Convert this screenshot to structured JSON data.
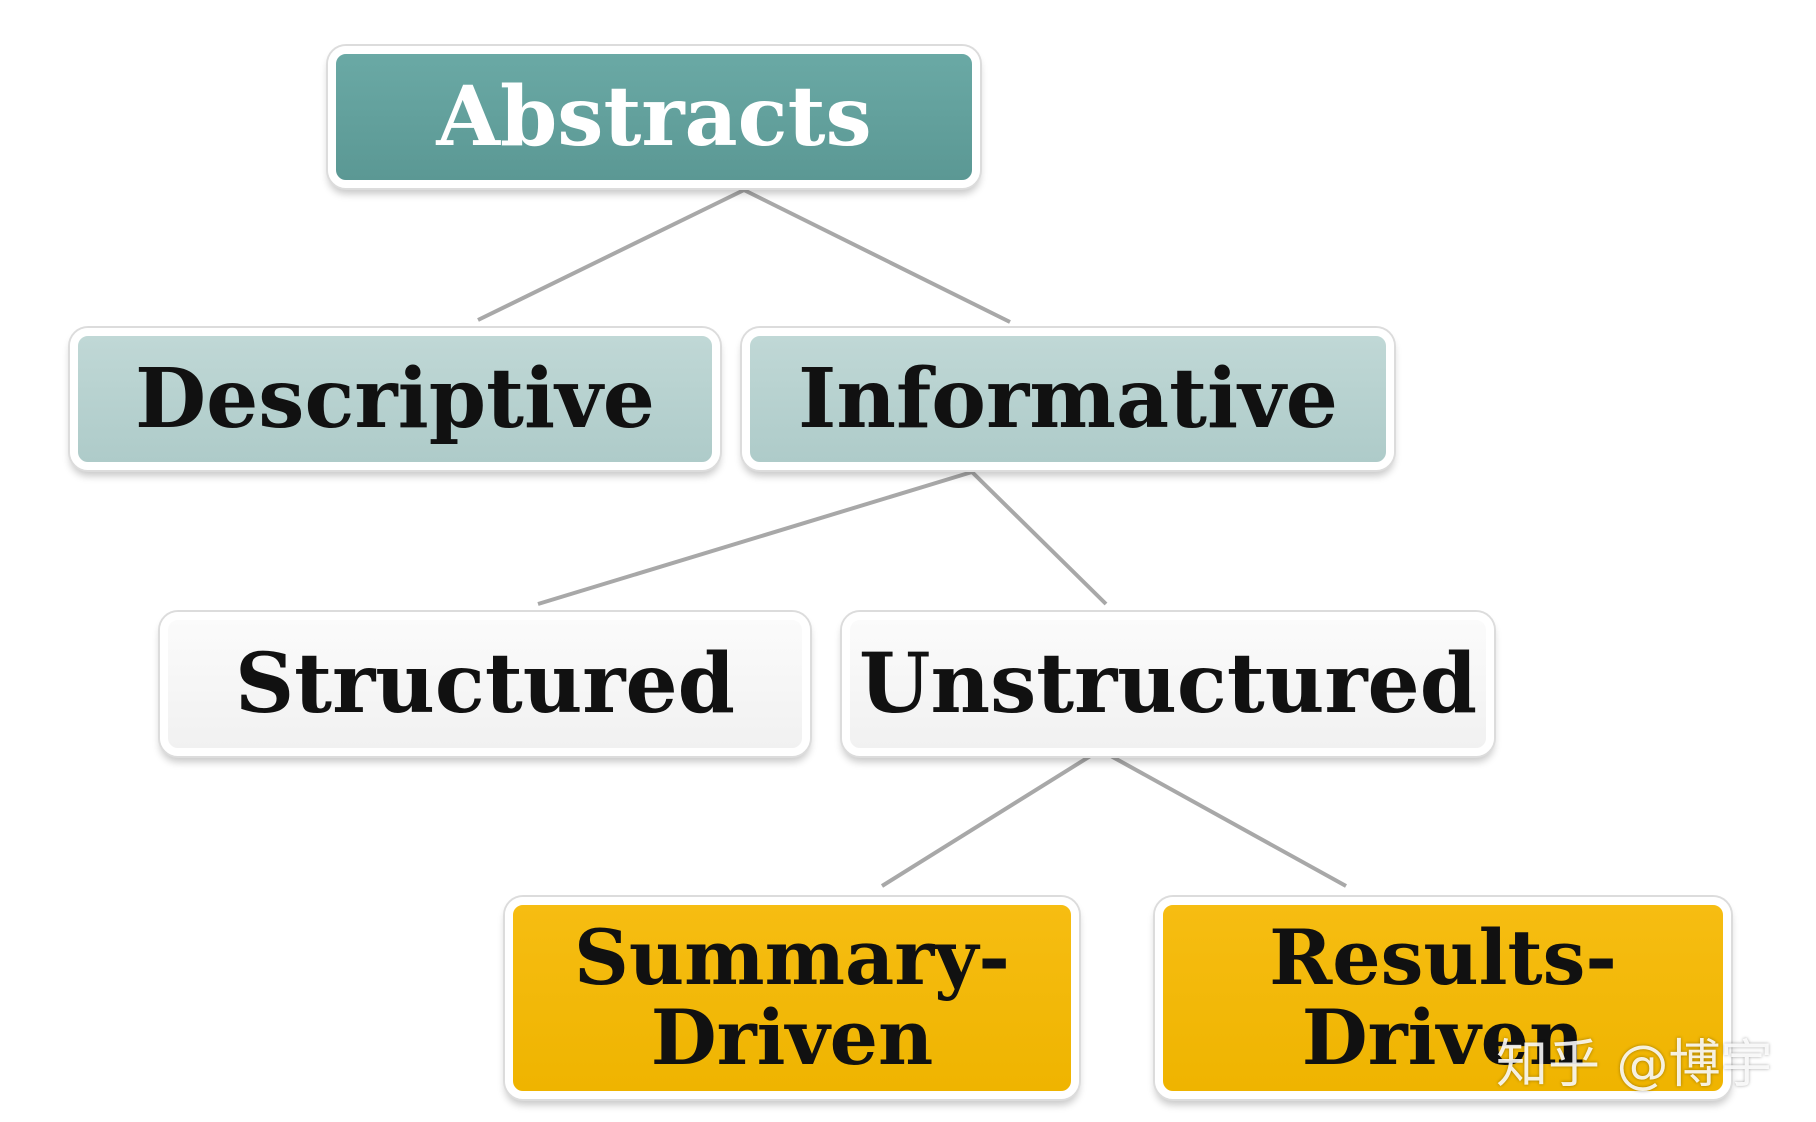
{
  "nodes": {
    "abstracts": "Abstracts",
    "descriptive": "Descriptive",
    "informative": "Informative",
    "structured": "Structured",
    "unstructured": "Unstructured",
    "summary_driven": [
      "Summary-",
      "Driven"
    ],
    "results_driven": [
      "Results-",
      "Driven"
    ]
  },
  "watermark": "知乎 @博宇",
  "colors": {
    "root": "#5f9e9a",
    "level2": "#b4d0ce",
    "level3": "#f5f5f5",
    "leaf": "#f2b705",
    "connector": "#a8a8a8"
  }
}
